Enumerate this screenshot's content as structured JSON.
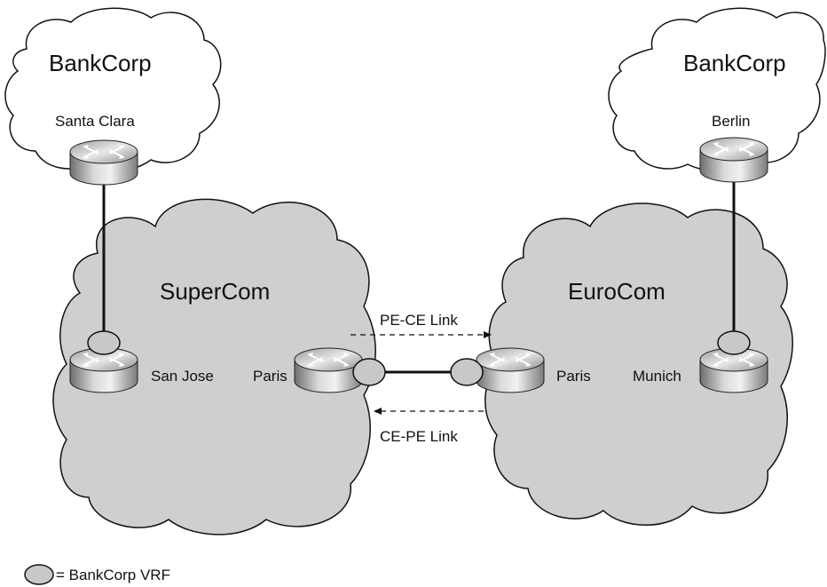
{
  "clouds": {
    "bankcorp_left": {
      "title": "BankCorp",
      "site": "Santa Clara"
    },
    "bankcorp_right": {
      "title": "BankCorp",
      "site": "Berlin"
    },
    "supercom": {
      "title": "SuperCom",
      "router_left": "San Jose",
      "router_right": "Paris"
    },
    "eurocom": {
      "title": "EuroCom",
      "router_left": "Paris",
      "router_right": "Munich"
    }
  },
  "links": {
    "pe_ce": "PE-CE Link",
    "ce_pe": "CE-PE Link"
  },
  "legend": {
    "label": "= BankCorp VRF"
  },
  "colors": {
    "provider_cloud_fill": "#cfcfcf",
    "customer_cloud_fill": "#ffffff",
    "vrf_fill": "#c8c8c8",
    "outline": "#111111"
  }
}
